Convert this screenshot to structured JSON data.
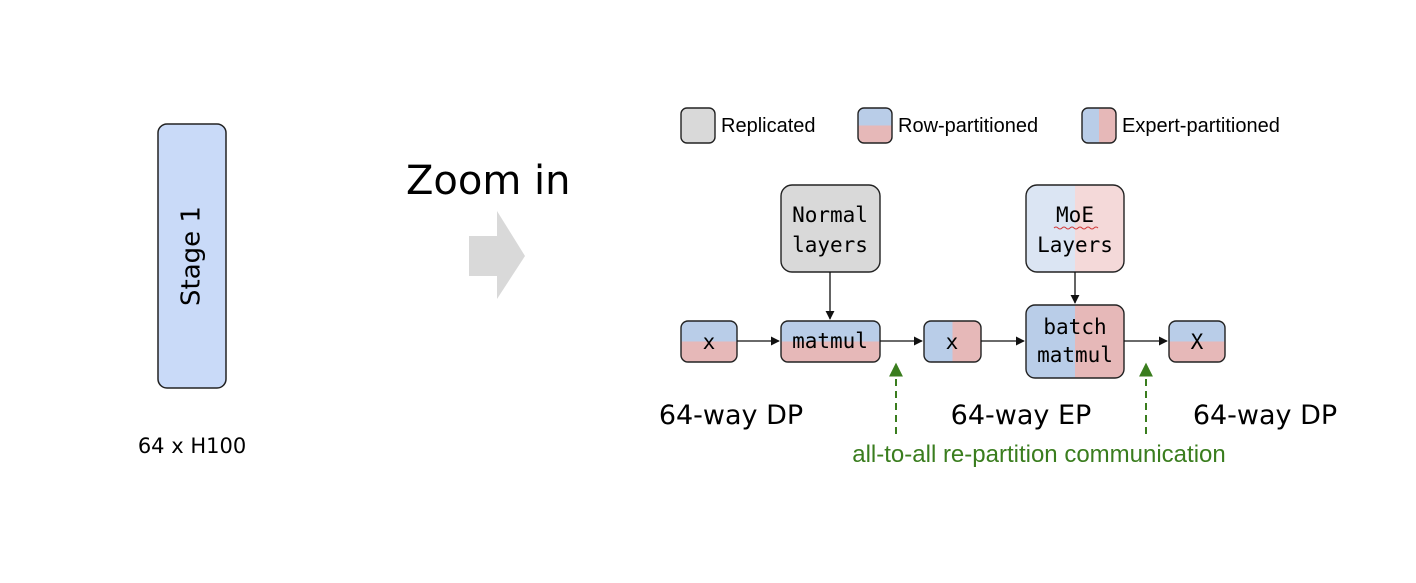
{
  "stage": {
    "label": "Stage 1",
    "caption": "64 x H100"
  },
  "zoom": {
    "label": "Zoom in"
  },
  "legend": {
    "replicated": "Replicated",
    "row_partitioned": "Row-partitioned",
    "expert_partitioned": "Expert-partitioned"
  },
  "nodes": {
    "normal_line1": "Normal",
    "normal_line2": "layers",
    "moe_line1": "MoE",
    "moe_line2": "Layers",
    "x_left": "x",
    "matmul": "matmul",
    "x_mid": "x",
    "batch_line1": "batch",
    "batch_line2": "matmul",
    "x_right": "X"
  },
  "labels": {
    "dp_left": "64-way DP",
    "ep": "64-way EP",
    "dp_right": "64-way DP",
    "communication": "all-to-all re-partition communication"
  },
  "colors": {
    "stage_fill": "#c9daf8",
    "replicated": "#d9d9d9",
    "row_blue": "#b9cde8",
    "row_red": "#e6b8b8",
    "moe_blue": "#dbe5f3",
    "moe_red": "#f4d9d9",
    "comm_green": "#3a7d1e",
    "arrow_gray": "#d9d9d9"
  }
}
